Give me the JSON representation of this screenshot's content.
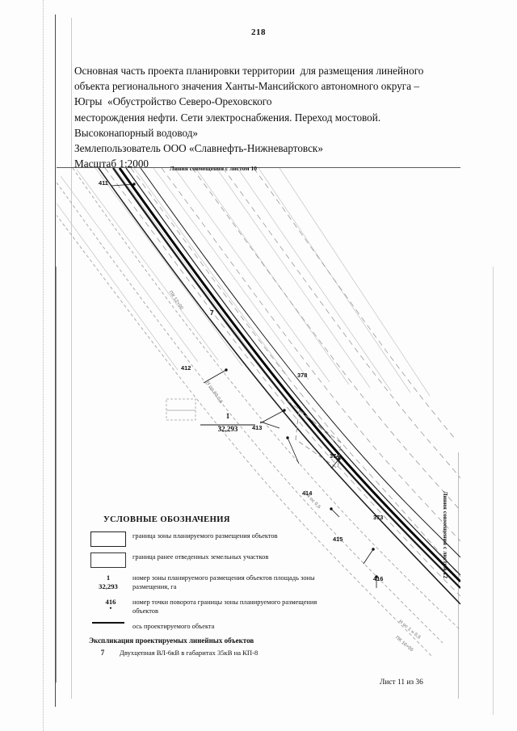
{
  "page": {
    "number": "218",
    "footer": "Лист 11 из 36"
  },
  "header": {
    "line1": "Основная часть проекта планировки территории  для размещения линейного",
    "line2": "объекта регионального значения Ханты-Мансийского автономного округа –",
    "line3": "Югры  «Обустройство Северо-Ореховского",
    "line4": "месторождения нефти. Сети электроснабжения. Переход мостовой.",
    "line5": "Высоконапорный водовод»",
    "line6": "Землепользователь ООО «Славнефть-Нижневартовск»",
    "line7": "Масштаб 1:2000"
  },
  "map": {
    "sheet_line_top": "Линия совмещения с листом 10",
    "sheet_line_right": "Линия совмещения с листом 12",
    "point_labels": [
      {
        "id": "411",
        "text": "411"
      },
      {
        "id": "412",
        "text": "412"
      },
      {
        "id": "413",
        "text": "413"
      },
      {
        "id": "414",
        "text": "414"
      },
      {
        "id": "415",
        "text": "415"
      },
      {
        "id": "416",
        "text": "416"
      },
      {
        "id": "373",
        "text": "373"
      },
      {
        "id": "374",
        "text": "374"
      },
      {
        "id": "378",
        "text": "378"
      }
    ],
    "object_label": "7",
    "zone": {
      "number": "1",
      "area": "32,293"
    }
  },
  "legend": {
    "title": "УСЛОВНЫЕ ОБОЗНАЧЕНИЯ",
    "items": [
      {
        "key_type": "swatch-thick",
        "text": "граница зоны планируемого размещения\nобъектов"
      },
      {
        "key_type": "swatch-thin",
        "text": "граница ранее отведенных земельных участков"
      },
      {
        "key_type": "number",
        "key_line1": "1",
        "key_line2": "32,293",
        "text": "номер зоны планируемого размещения объектов\nплощадь зоны размещения, га"
      },
      {
        "key_type": "point",
        "key_line1": "416",
        "text": "номер точки поворота границы зоны планируемого\nразмещения объектов"
      },
      {
        "key_type": "axis",
        "text": "ось проектируемого объекта"
      }
    ],
    "explication_title": "Экспликация проектируемых линейных объектов",
    "explication_rows": [
      {
        "num": "7",
        "text": "Двухцепная ВЛ-6кВ в габаритах 35кВ на КП-8"
      }
    ]
  }
}
